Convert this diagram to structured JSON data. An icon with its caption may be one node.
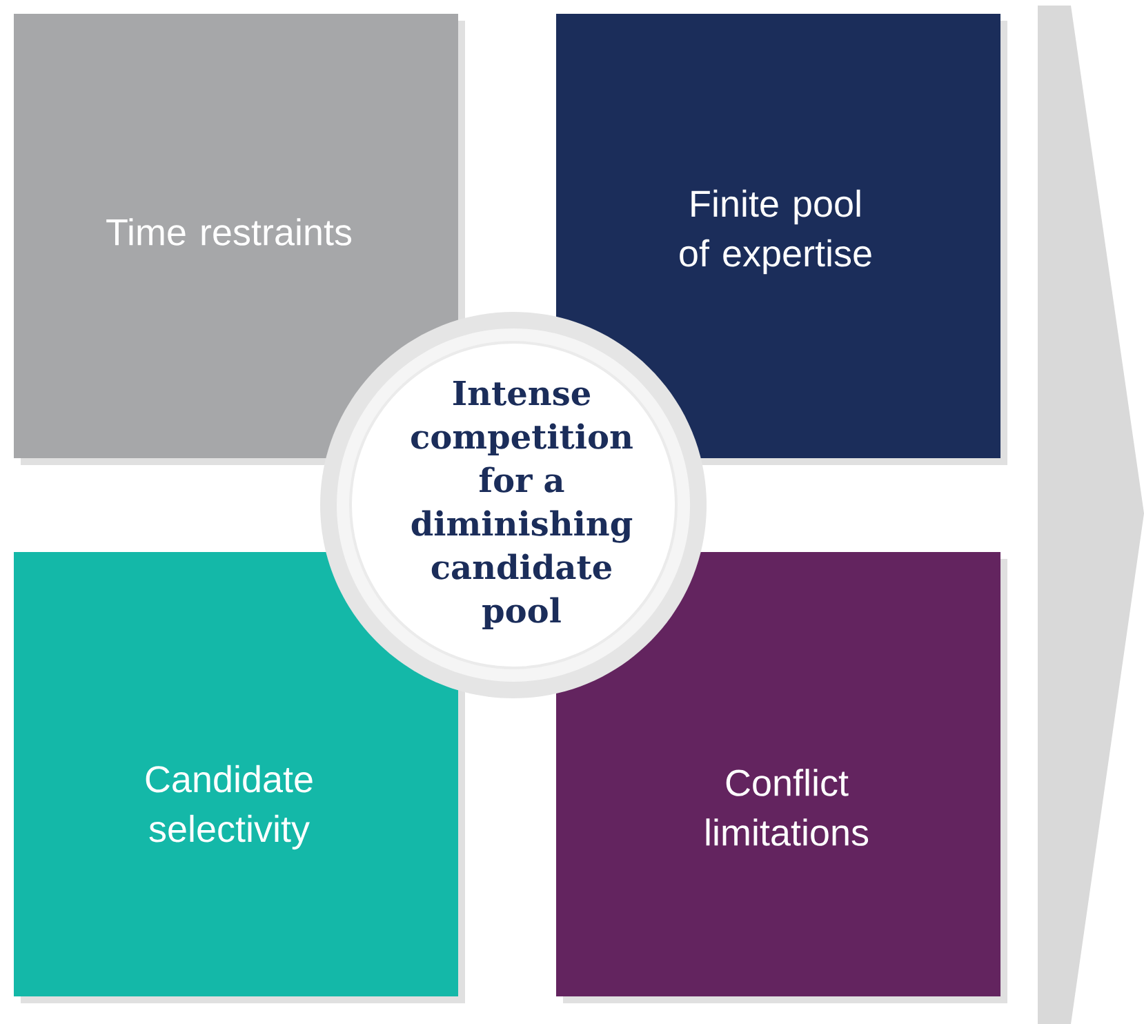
{
  "diagram": {
    "nodes": [
      {
        "text": [
          "Time restraints"
        ]
      },
      {
        "text": [
          "Finite pool of expertise"
        ]
      },
      {
        "text": [
          "Intense competition for a diminishing candidate pool"
        ]
      },
      {
        "text": [
          "Candidate selectivity"
        ]
      },
      {
        "text": [
          "Conflict limitations"
        ]
      }
    ],
    "edges": []
  }
}
